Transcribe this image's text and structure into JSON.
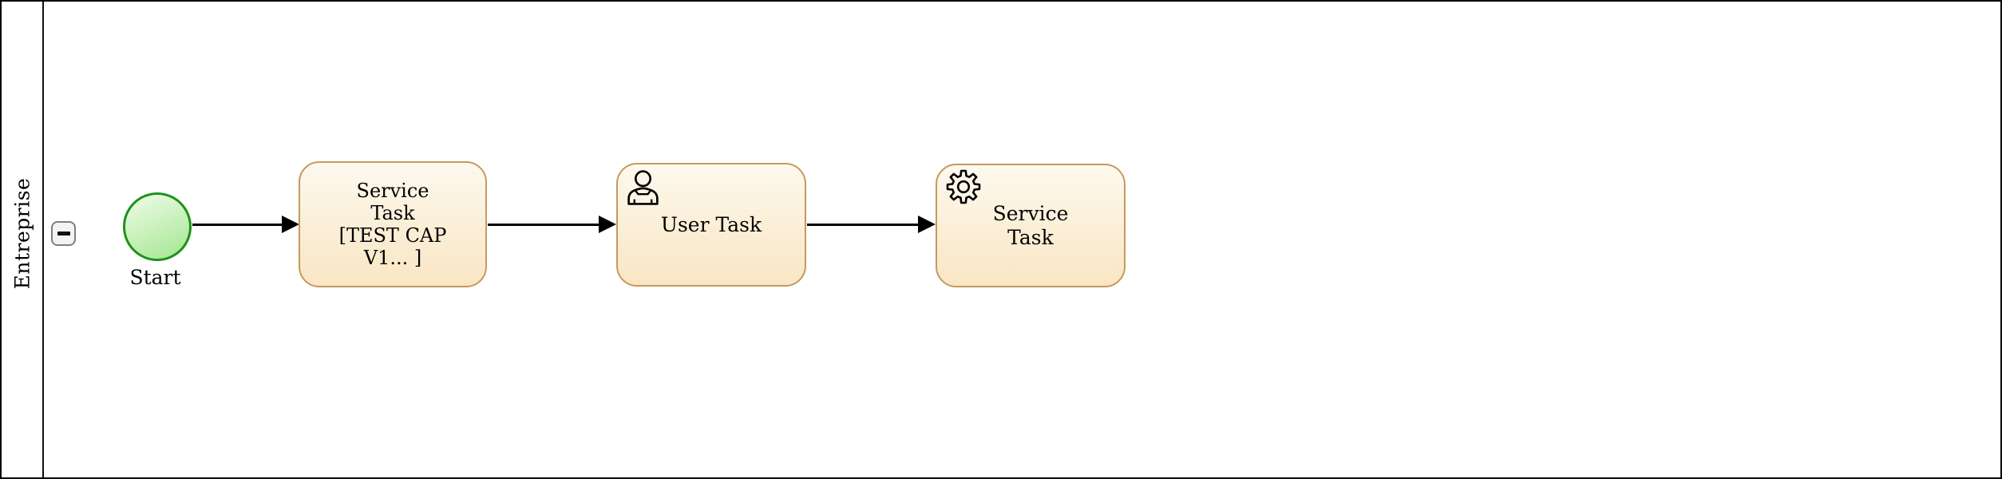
{
  "lane": {
    "label": "Entreprise",
    "collapse_button_symbol": "−"
  },
  "process": {
    "start_event": {
      "label": "Start"
    },
    "service_task_1": {
      "lines": [
        "Service",
        "Task",
        "[TEST CAP",
        "V1... ]"
      ]
    },
    "user_task": {
      "label": "User Task",
      "icon": "user-icon"
    },
    "service_task_2": {
      "lines": [
        "Service",
        "Task"
      ],
      "icon": "gear-icon"
    }
  },
  "colors": {
    "task_border": "#c49a5f",
    "task_fill_top": "#fdf9ee",
    "task_fill_bottom": "#f9e6c4",
    "start_event_border": "#1c9219",
    "start_event_fill_top": "#eafce4",
    "start_event_fill_bottom": "#a8e694",
    "flow_color": "#000000",
    "lane_border": "#111111",
    "collapse_button_bg": "#f3f3f3",
    "collapse_button_border": "#7e7e7e"
  }
}
